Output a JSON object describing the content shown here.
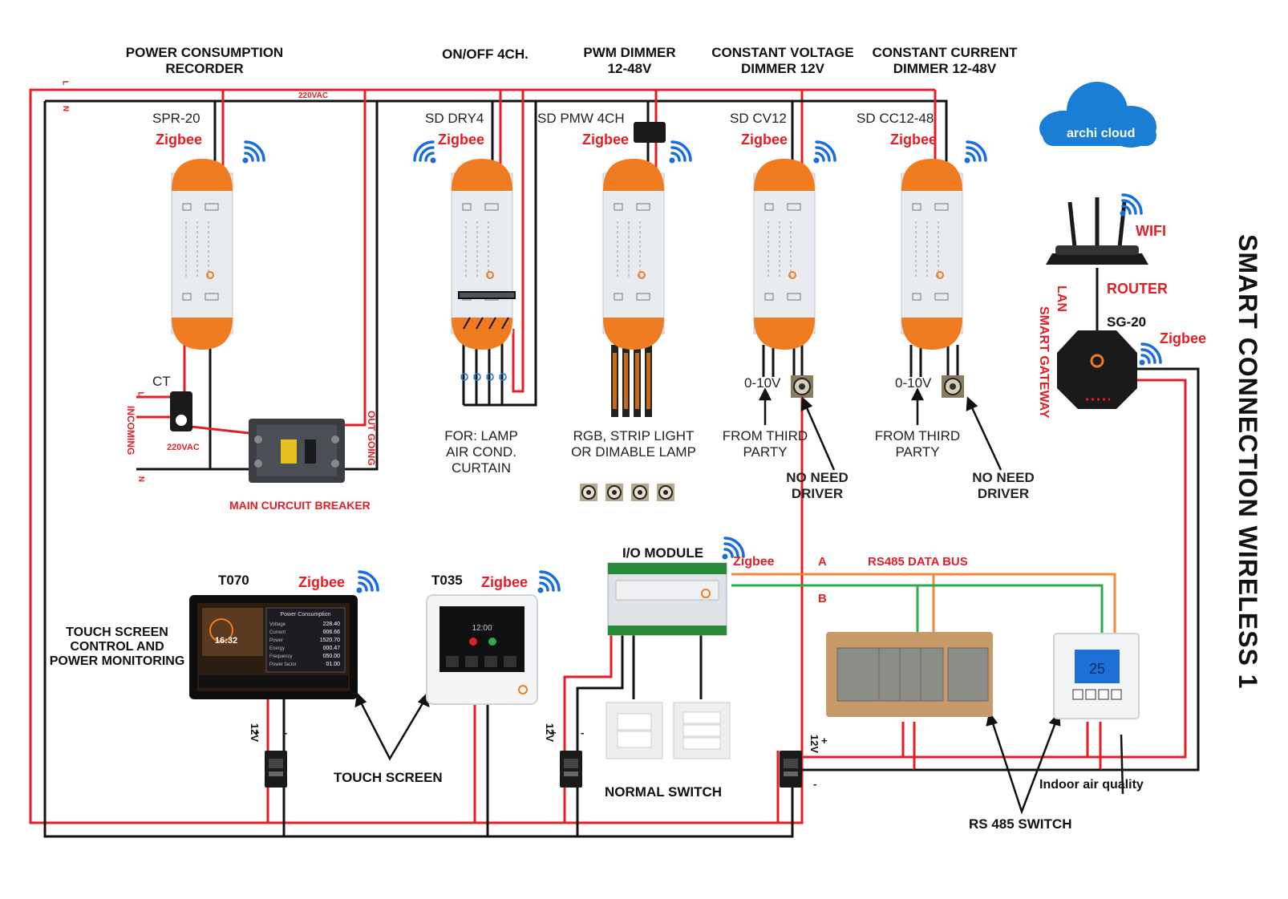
{
  "headers": {
    "power_consumption": [
      "POWER CONSUMPTION",
      "RECORDER"
    ],
    "onoff": "ON/OFF 4CH.",
    "pwm": [
      "PWM DIMMER",
      "12-48V"
    ],
    "cv": [
      "CONSTANT VOLTAGE",
      "DIMMER 12V"
    ],
    "cc": [
      "CONSTANT CURRENT",
      "DIMMER 12-48V"
    ]
  },
  "title_vertical": "SMART CONNECTION WIRELESS 1",
  "cloud_label": "archi cloud",
  "wire_labels": {
    "l": "L",
    "n": "N",
    "vac_top": "220VAC",
    "vac_bottom": "220VAC",
    "incoming": "INCOMING",
    "outgoing": "OUT GOING",
    "lan": "LAN",
    "bus_a": "A",
    "bus_b": "B"
  },
  "modules": {
    "spr": "SPR-20",
    "dry": "SD DRY4",
    "pmw": "SD PMW 4CH",
    "cv": "SD CV12",
    "cc": "SD CC12-48",
    "sg": "SG-20"
  },
  "zigbee": "Zigbee",
  "labels": {
    "ct": "CT",
    "breaker": "MAIN CURCUIT BREAKER",
    "for_lamp": [
      "FOR: LAMP",
      "AIR COND.",
      "CURTAIN"
    ],
    "rgb": [
      "RGB, STRIP LIGHT",
      "OR DIMABLE LAMP"
    ],
    "cv_volt": "0-10V",
    "cc_volt": "0-10V",
    "from_third_cv": [
      "FROM THIRD",
      "PARTY"
    ],
    "from_third_cc": [
      "FROM THIRD",
      "PARTY"
    ],
    "no_need_cv": [
      "NO NEED",
      "DRIVER"
    ],
    "no_need_cc": [
      "NO NEED",
      "DRIVER"
    ],
    "wifi": "WIFI",
    "router": "ROUTER",
    "smart_gateway": "SMART GATEWAY",
    "io_module": "I/O MODULE",
    "rs485_bus": "RS485 DATA BUS",
    "t070": "T070",
    "t035": "T035",
    "touch_screen_control": [
      "TOUCH SCREEN",
      "CONTROL AND",
      "POWER MONITORING"
    ],
    "touch_screen": "TOUCH SCREEN",
    "normal_switch": "NORMAL SWITCH",
    "indoor_air": "Indoor air quality",
    "rs485_switch": "RS 485 SWITCH",
    "v12": "12V",
    "plus": "+",
    "minus": "-"
  },
  "screen": {
    "title": "Power Consumption",
    "time": "16:32",
    "rows": [
      {
        "k": "Voltage",
        "v": "228.40"
      },
      {
        "k": "Current",
        "v": "006.66"
      },
      {
        "k": "Power",
        "v": "1520.70"
      },
      {
        "k": "Energy",
        "v": "000.47"
      },
      {
        "k": "Frequency",
        "v": "050.00"
      },
      {
        "k": "Power factor",
        "v": "01.00"
      }
    ],
    "t035_time": "12:00",
    "thermo_value": "25"
  },
  "colors": {
    "live": "#e31e24",
    "neutral": "#111111",
    "bus_a": "#f08a3c",
    "bus_b": "#2fa84f",
    "module_orange": "#f07c22",
    "cloud": "#1a7fd4",
    "wifi": "#1a6fd6"
  }
}
